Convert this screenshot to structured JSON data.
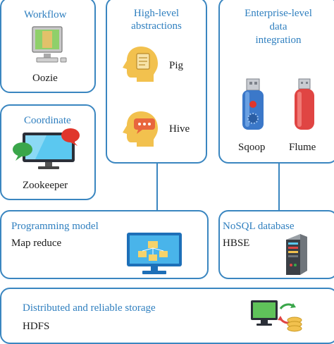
{
  "workflow": {
    "title": "Workflow",
    "tool": "Oozie",
    "icon": "monitor-icon"
  },
  "coordinate": {
    "title": "Coordinate",
    "tool": "Zookeeper",
    "icon": "monitor-chat-bubbles-icon"
  },
  "high_level": {
    "title_line1": "High-level",
    "title_line2": "abstractions",
    "tools": [
      {
        "name": "Pig",
        "icon": "head-document-icon"
      },
      {
        "name": "Hive",
        "icon": "head-chat-icon"
      }
    ]
  },
  "enterprise": {
    "title_line1": "Enterprise-level",
    "title_line2": "data",
    "title_line3": "integration",
    "tools": [
      {
        "name": "Sqoop",
        "icon": "usb-drive-blue-icon"
      },
      {
        "name": "Flume",
        "icon": "usb-drive-red-icon"
      }
    ]
  },
  "programming": {
    "title": "Programming model",
    "tool": "Map reduce",
    "icon": "monitor-folders-icon"
  },
  "nosql": {
    "title": "NoSQL database",
    "tool": "HBSE",
    "icon": "server-icon"
  },
  "storage": {
    "title": "Distributed and reliable storage",
    "tool": "HDFS",
    "icon": "monitor-sync-coins-icon"
  },
  "colors": {
    "border": "#3a86c0",
    "title": "#2f7fbf"
  }
}
